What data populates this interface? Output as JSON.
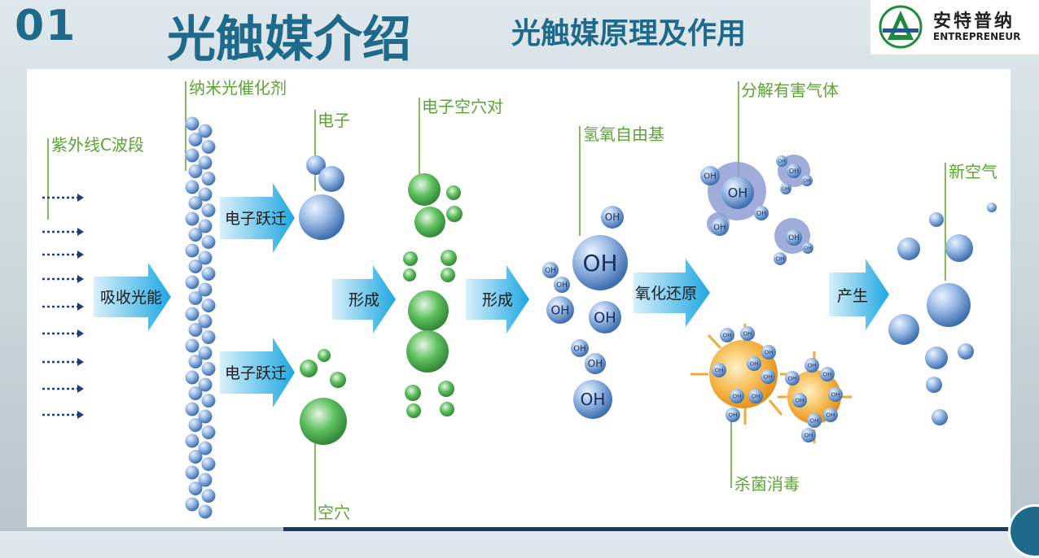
{
  "header": {
    "number": "01",
    "title": "光触媒介绍",
    "subtitle": "光触媒原理及作用"
  },
  "logo": {
    "name_cn": "安特普纳",
    "name_en": "ENTREPRENEUR",
    "brand_color": "#1d8a3c"
  },
  "diagram": {
    "labels": {
      "uvc": "紫外线C波段",
      "nano": "纳米光催化剂",
      "electron": "电子",
      "hole": "空穴",
      "pair": "电子空穴对",
      "radical": "氢氧自由基",
      "decompose": "分解有害气体",
      "sterilize": "杀菌消毒",
      "fresh_air": "新空气"
    },
    "arrows": {
      "absorb": "吸收光能",
      "jump_top": "电子跃迁",
      "jump_bottom": "电子跃迁",
      "form1": "形成",
      "form2": "形成",
      "redox": "氧化还原",
      "produce": "产生"
    },
    "oh_text": "OH",
    "colors": {
      "label_green": "#5aa532",
      "arrow_blue": "#1ea7e1",
      "sphere_blue": "#6f9fd8",
      "sphere_green": "#4caf50",
      "bacteria_orange": "#f3a83a",
      "title_blue": "#1f6a8a"
    }
  }
}
